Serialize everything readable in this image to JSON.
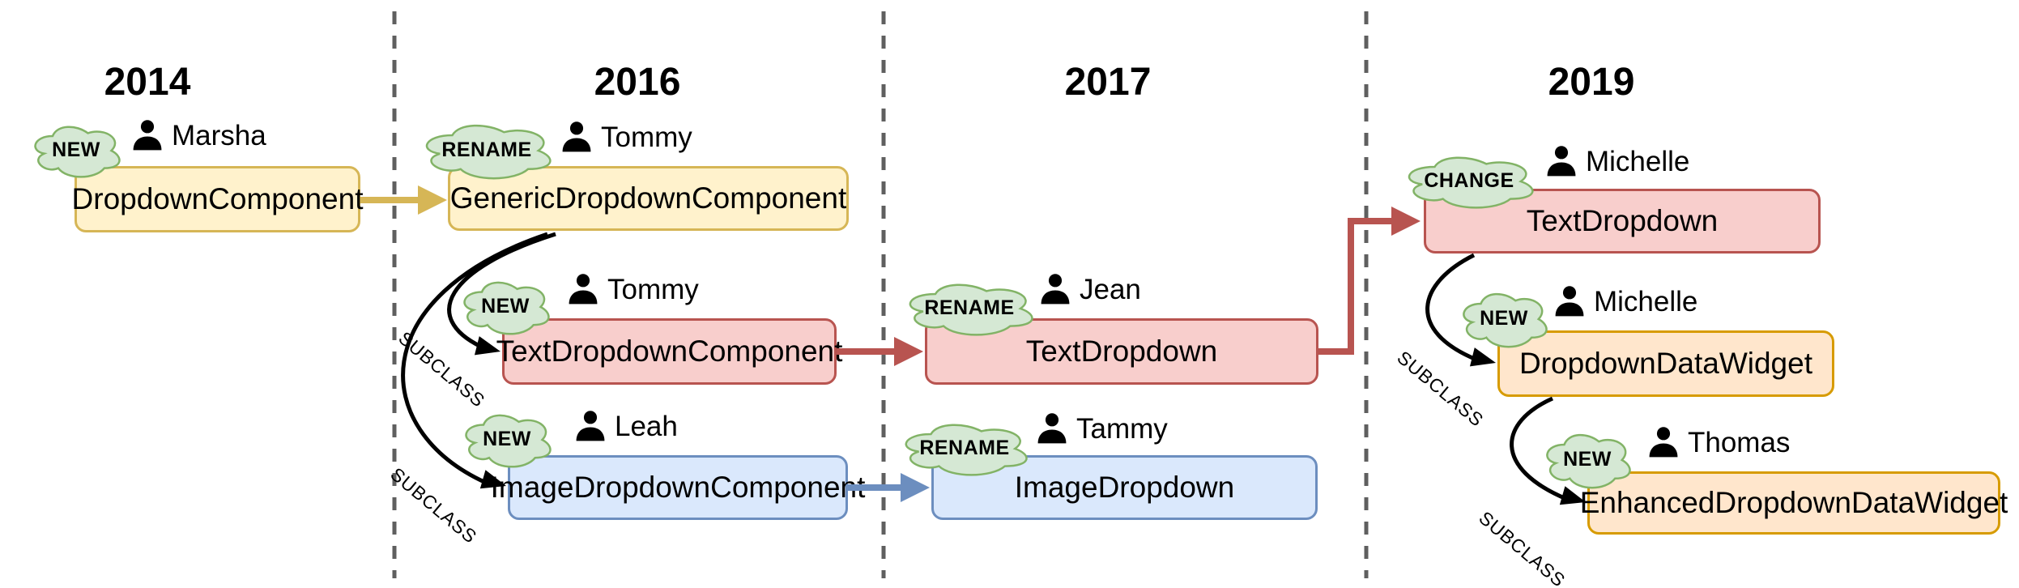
{
  "diagram": {
    "years": [
      "2014",
      "2016",
      "2017",
      "2019"
    ],
    "subclass_label": "SUBCLASS",
    "nodes": [
      {
        "label": "DropdownComponent",
        "action": "NEW",
        "author": "Marsha",
        "year": "2014",
        "color": "yellow"
      },
      {
        "label": "GenericDropdownComponent",
        "action": "RENAME",
        "author": "Tommy",
        "year": "2016",
        "color": "yellow"
      },
      {
        "label": "TextDropdownComponent",
        "action": "NEW",
        "author": "Tommy",
        "year": "2016",
        "color": "red"
      },
      {
        "label": "ImageDropdownComponent",
        "action": "NEW",
        "author": "Leah",
        "year": "2016",
        "color": "blue"
      },
      {
        "label": "TextDropdown",
        "action": "RENAME",
        "author": "Jean",
        "year": "2017",
        "color": "red"
      },
      {
        "label": "ImageDropdown",
        "action": "RENAME",
        "author": "Tammy",
        "year": "2017",
        "color": "blue"
      },
      {
        "label": "TextDropdown",
        "action": "CHANGE",
        "author": "Michelle",
        "year": "2019",
        "color": "red"
      },
      {
        "label": "DropdownDataWidget",
        "action": "NEW",
        "author": "Michelle",
        "year": "2019",
        "color": "orange"
      },
      {
        "label": "EnhancedDropdownDataWidget",
        "action": "NEW",
        "author": "Thomas",
        "year": "2019",
        "color": "orange"
      }
    ],
    "edges": [
      {
        "from": "DropdownComponent",
        "to": "GenericDropdownComponent",
        "type": "rename",
        "color": "yellow"
      },
      {
        "from": "GenericDropdownComponent",
        "to": "TextDropdownComponent",
        "type": "subclass",
        "color": "black"
      },
      {
        "from": "GenericDropdownComponent",
        "to": "ImageDropdownComponent",
        "type": "subclass",
        "color": "black"
      },
      {
        "from": "TextDropdownComponent",
        "to": "TextDropdown (2017)",
        "type": "rename",
        "color": "red"
      },
      {
        "from": "ImageDropdownComponent",
        "to": "ImageDropdown (2017)",
        "type": "rename",
        "color": "blue"
      },
      {
        "from": "TextDropdown (2017)",
        "to": "TextDropdown (2019)",
        "type": "change",
        "color": "red"
      },
      {
        "from": "TextDropdown (2019)",
        "to": "DropdownDataWidget",
        "type": "subclass",
        "color": "black"
      },
      {
        "from": "DropdownDataWidget",
        "to": "EnhancedDropdownDataWidget",
        "type": "subclass",
        "color": "black"
      }
    ]
  },
  "colors": {
    "yellow-fill": "#FFF2CC",
    "yellow-stroke": "#D6B656",
    "red-fill": "#F8CECC",
    "red-stroke": "#B85450",
    "blue-fill": "#DAE8FC",
    "blue-stroke": "#6C8EBF",
    "orange-fill": "#FFE6CC",
    "orange-stroke": "#D79B00",
    "cloud-fill": "#D5E8D4",
    "cloud-stroke": "#82B366",
    "dashed-line": "#5F5F5F",
    "black": "#000000"
  }
}
